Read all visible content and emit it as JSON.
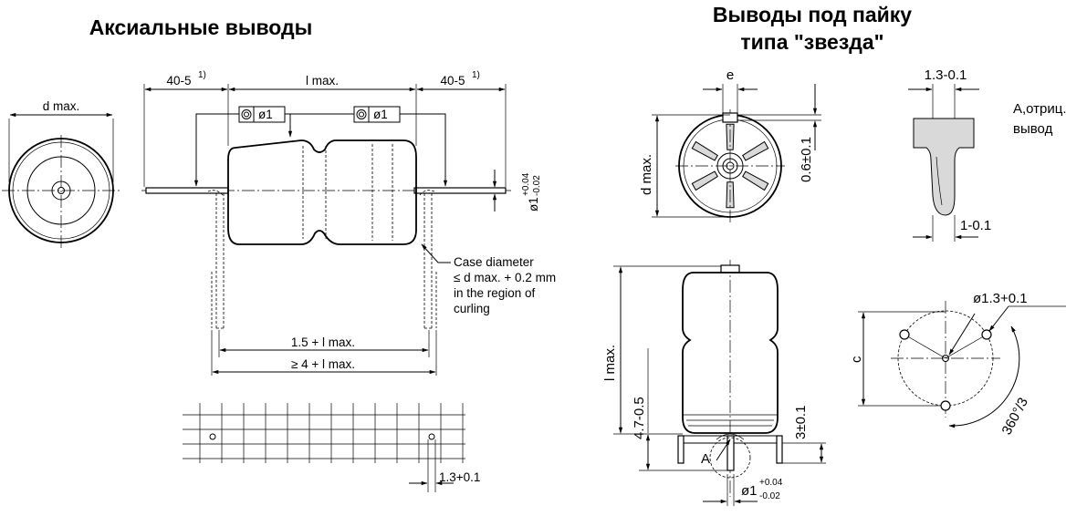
{
  "titles": {
    "axial": "Аксиальные выводы",
    "star_line1": "Выводы под пайку",
    "star_line2": "типа \"звезда\""
  },
  "axial": {
    "d_max": "d max.",
    "lead_left": "40-5",
    "lead_right": "40-5",
    "footnote": "1)",
    "l_max": "l max.",
    "tol_symbol_1": "ø1",
    "tol_symbol_2": "ø1",
    "lead_dia": "ø1",
    "lead_dia_upper": "+0.04",
    "lead_dia_lower": "-0.02",
    "note_line1": "Case diameter",
    "note_line2": "≤ d max. + 0.2 mm",
    "note_line3": "in the region of",
    "note_line4": "curling",
    "span_1": "1.5 + l max.",
    "span_2": "≥ 4 + l max.",
    "hole": "1.3+0.1"
  },
  "star": {
    "e": "e",
    "d_max": "d max.",
    "pin_offset": "0.6±0.1",
    "tab_width": "1.3-0.1",
    "tab_thickness": "1-0.1",
    "neg_label_line1": "A,отриц.",
    "neg_label_line2": "вывод",
    "l_max": "l max.",
    "pin_len": "4.7-0.5",
    "seat": "3±0.1",
    "detail": "A",
    "pin_dia": "ø1",
    "pin_dia_upper": "+0.04",
    "pin_dia_lower": "-0.02",
    "hole": "ø1.3+0.1",
    "c": "c",
    "angle": "360°/3"
  }
}
